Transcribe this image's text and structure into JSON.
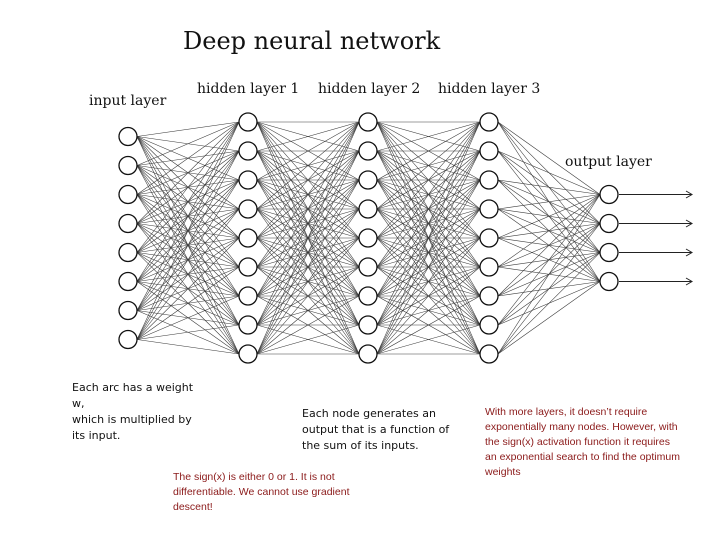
{
  "diagram": {
    "title": "Deep neural network",
    "layers": [
      {
        "label": "input layer",
        "nodes": 8
      },
      {
        "label": "hidden layer 1",
        "nodes": 9
      },
      {
        "label": "hidden layer 2",
        "nodes": 9
      },
      {
        "label": "hidden layer 3",
        "nodes": 9
      },
      {
        "label": "output layer",
        "nodes": 4
      }
    ],
    "output_arrows": true
  },
  "notes": {
    "arc_weight": "Each arc has a weight w,\nwhich is multiplied by its input.",
    "node_output": "Each node generates an output that is a function of the sum of its inputs.",
    "sign_function": "The sign(x) is either 0 or 1.  It is not differentiable.  We cannot use gradient descent!",
    "more_layers": "With more layers, it doesn’t require exponentially many nodes.  However, with the sign(x) activation function it requires an exponential search to find the optimum weights"
  },
  "colors": {
    "red_text": "#8b1a1a",
    "black_text": "#111111"
  }
}
